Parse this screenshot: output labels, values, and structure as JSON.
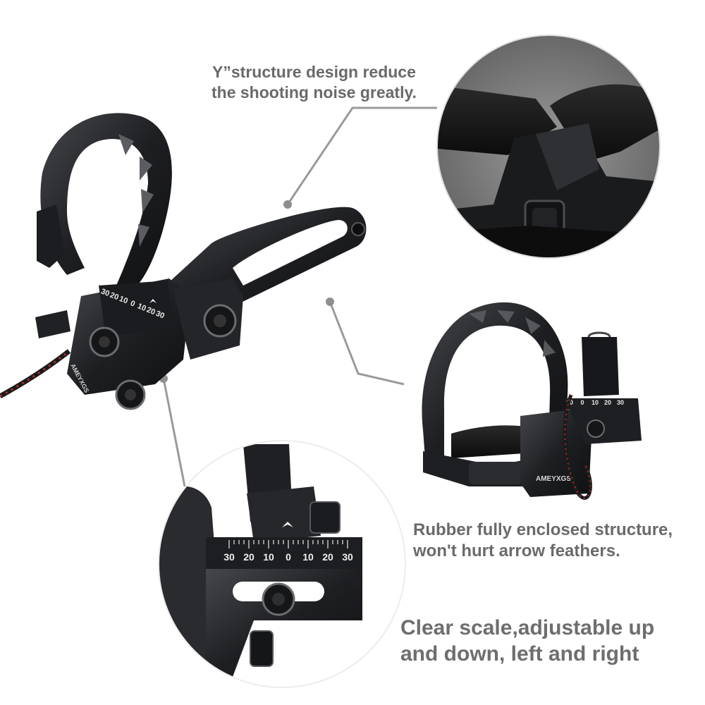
{
  "captions": {
    "y_structure": {
      "line1": "Y”structure design reduce",
      "line2": "the shooting noise greatly."
    },
    "rubber": {
      "line1": "Rubber fully enclosed structure,",
      "line2": "won't hurt arrow feathers."
    },
    "scale": {
      "line1": "Clear scale,adjustable up",
      "line2": "and down, left and right"
    }
  },
  "product": {
    "brand": "AMEYXGS",
    "scale_main": [
      "30",
      "20",
      "10",
      "0",
      "10",
      "20",
      "30"
    ],
    "scale_right": [
      "10",
      "0",
      "10",
      "20",
      "30"
    ]
  },
  "colors": {
    "metal": "#1e1f22",
    "metal_highlight": "#4a4c50",
    "caption": "#6a6a6a",
    "leader_line": "#9a9a9a",
    "cord_red": "#b02a2a"
  }
}
